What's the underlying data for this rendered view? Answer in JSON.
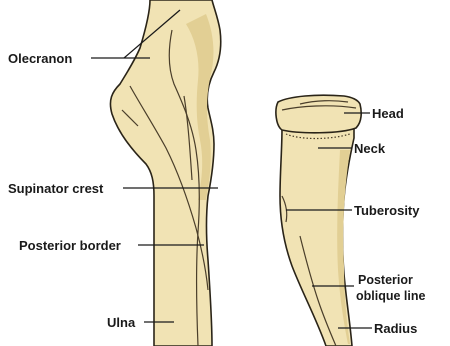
{
  "colors": {
    "bone_fill": "#f1e3b4",
    "bone_shadow": "#e2cf94",
    "outline": "#2a2418",
    "label": "#1a1a1a",
    "background": "#ffffff"
  },
  "labels": {
    "olecranon": "Olecranon",
    "supinator_crest": "Supinator crest",
    "posterior_border": "Posterior border",
    "ulna": "Ulna",
    "head": "Head",
    "neck": "Neck",
    "tuberosity": "Tuberosity",
    "posterior_oblique_line_1": "Posterior",
    "posterior_oblique_line_2": "oblique line",
    "radius": "Radius"
  }
}
